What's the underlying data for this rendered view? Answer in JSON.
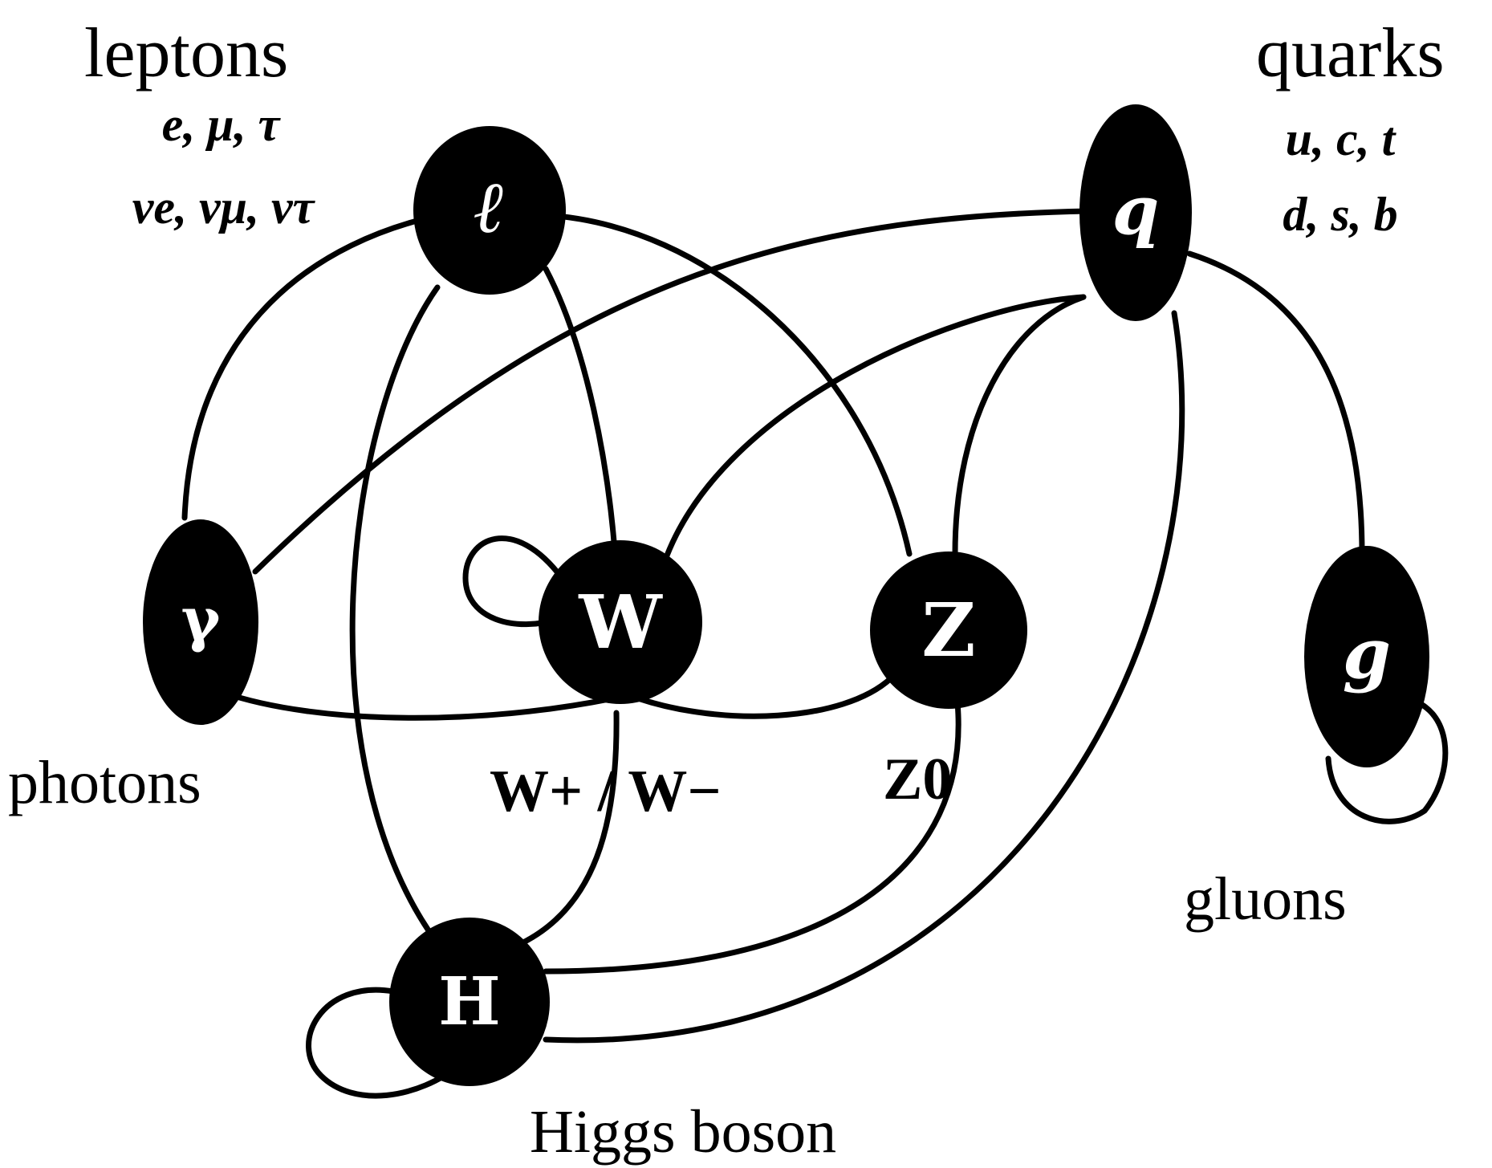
{
  "groups": {
    "leptons": {
      "name": "leptons",
      "row1": "e,  μ,  τ",
      "row2": "νe, νμ, ντ"
    },
    "quarks": {
      "name": "quarks",
      "row1": "u, c, t",
      "row2": "d, s, b"
    },
    "photons": "photons",
    "gluons": "gluons",
    "higgs": "Higgs boson",
    "w_label": "W+ / W−",
    "z_label": "Z0"
  },
  "nodes": {
    "lepton": "ℓ",
    "quark": "q",
    "photon": "γ",
    "w": "W",
    "z": "Z",
    "gluon": "g",
    "higgs": "H"
  },
  "edges": [
    [
      "lepton",
      "photon"
    ],
    [
      "lepton",
      "w"
    ],
    [
      "lepton",
      "z"
    ],
    [
      "lepton",
      "higgs"
    ],
    [
      "quark",
      "photon"
    ],
    [
      "quark",
      "w"
    ],
    [
      "quark",
      "z"
    ],
    [
      "quark",
      "gluon"
    ],
    [
      "quark",
      "higgs"
    ],
    [
      "photon",
      "w"
    ],
    [
      "w",
      "z"
    ],
    [
      "w",
      "higgs"
    ],
    [
      "z",
      "higgs"
    ],
    [
      "w",
      "w"
    ],
    [
      "gluon",
      "gluon"
    ],
    [
      "higgs",
      "higgs"
    ]
  ],
  "colors": {
    "node_fill": "#000000",
    "node_text": "#ffffff",
    "line": "#000000",
    "background": "#ffffff"
  }
}
